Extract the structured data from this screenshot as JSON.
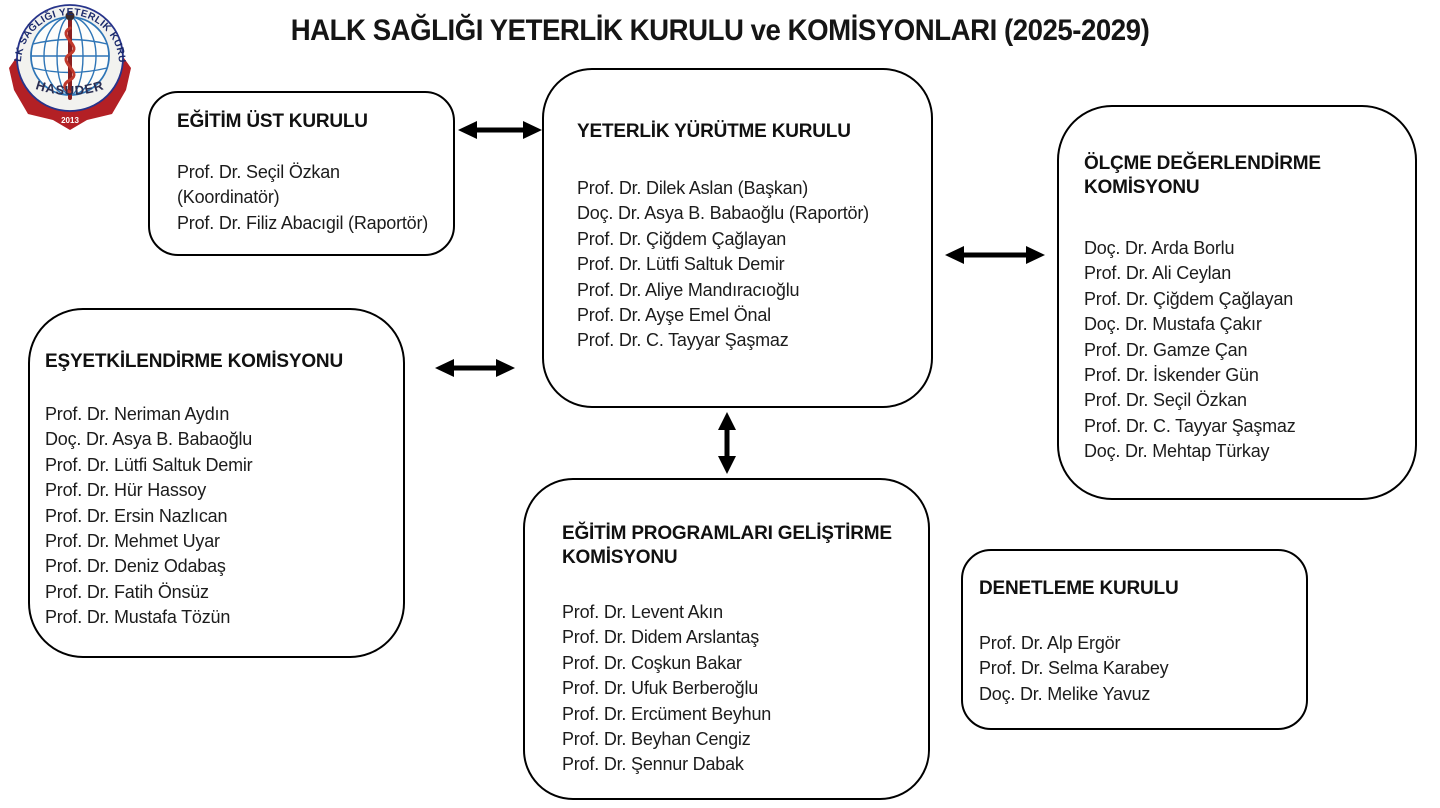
{
  "title": "HALK SAĞLIĞI YETERLİK KURULU ve KOMİSYONLARI (2025-2029)",
  "logo": {
    "circle_text": "HALK SAĞLIĞI YETERLİK KURULU",
    "org_name": "HASUDER",
    "year": "2013",
    "colors": {
      "ribbon": "#b32025",
      "ring": "#27348b",
      "globe": "#2e75b6",
      "text_blue": "#1b2a6b",
      "name_dark": "#2a2e52"
    }
  },
  "boxes": [
    {
      "title": "EĞİTİM ÜST KURULU",
      "members": [
        "Prof. Dr. Seçil Özkan",
        "(Koordinatör)",
        "Prof. Dr. Filiz Abacıgil (Raportör)"
      ]
    },
    {
      "title": "YETERLİK YÜRÜTME KURULU",
      "members": [
        "Prof. Dr. Dilek Aslan (Başkan)",
        "Doç. Dr. Asya B. Babaoğlu (Raportör)",
        "Prof. Dr. Çiğdem Çağlayan",
        "Prof. Dr. Lütfi Saltuk Demir",
        "Prof. Dr. Aliye Mandıracıoğlu",
        "Prof. Dr. Ayşe Emel Önal",
        "Prof. Dr. C. Tayyar Şaşmaz"
      ]
    },
    {
      "title": "ÖLÇME DEĞERLENDİRME KOMİSYONU",
      "members": [
        "Doç. Dr. Arda Borlu",
        "Prof. Dr. Ali Ceylan",
        "Prof. Dr. Çiğdem Çağlayan",
        "Doç. Dr. Mustafa Çakır",
        "Prof. Dr. Gamze Çan",
        "Prof. Dr. İskender Gün",
        "Prof. Dr. Seçil Özkan",
        "Prof. Dr. C. Tayyar Şaşmaz",
        "Doç. Dr. Mehtap Türkay"
      ]
    },
    {
      "title": "EŞYETKİLENDİRME KOMİSYONU",
      "members": [
        "Prof. Dr. Neriman Aydın",
        "Doç. Dr. Asya B. Babaoğlu",
        "Prof. Dr. Lütfi Saltuk Demir",
        "Prof. Dr. Hür Hassoy",
        "Prof. Dr. Ersin Nazlıcan",
        "Prof. Dr. Mehmet Uyar",
        "Prof. Dr. Deniz Odabaş",
        "Prof. Dr. Fatih Önsüz",
        "Prof. Dr. Mustafa Tözün"
      ]
    },
    {
      "title": "EĞİTİM PROGRAMLARI GELİŞTİRME KOMİSYONU",
      "members": [
        "Prof. Dr. Levent Akın",
        "Prof. Dr. Didem Arslantaş",
        "Prof. Dr. Coşkun Bakar",
        "Prof. Dr. Ufuk Berberoğlu",
        "Prof. Dr. Ercüment Beyhun",
        "Prof. Dr. Beyhan Cengiz",
        "Prof. Dr. Şennur Dabak"
      ]
    },
    {
      "title": "DENETLEME KURULU",
      "members": [
        "Prof. Dr. Alp Ergör",
        "Prof. Dr. Selma Karabey",
        "Doç. Dr. Melike Yavuz"
      ]
    }
  ]
}
